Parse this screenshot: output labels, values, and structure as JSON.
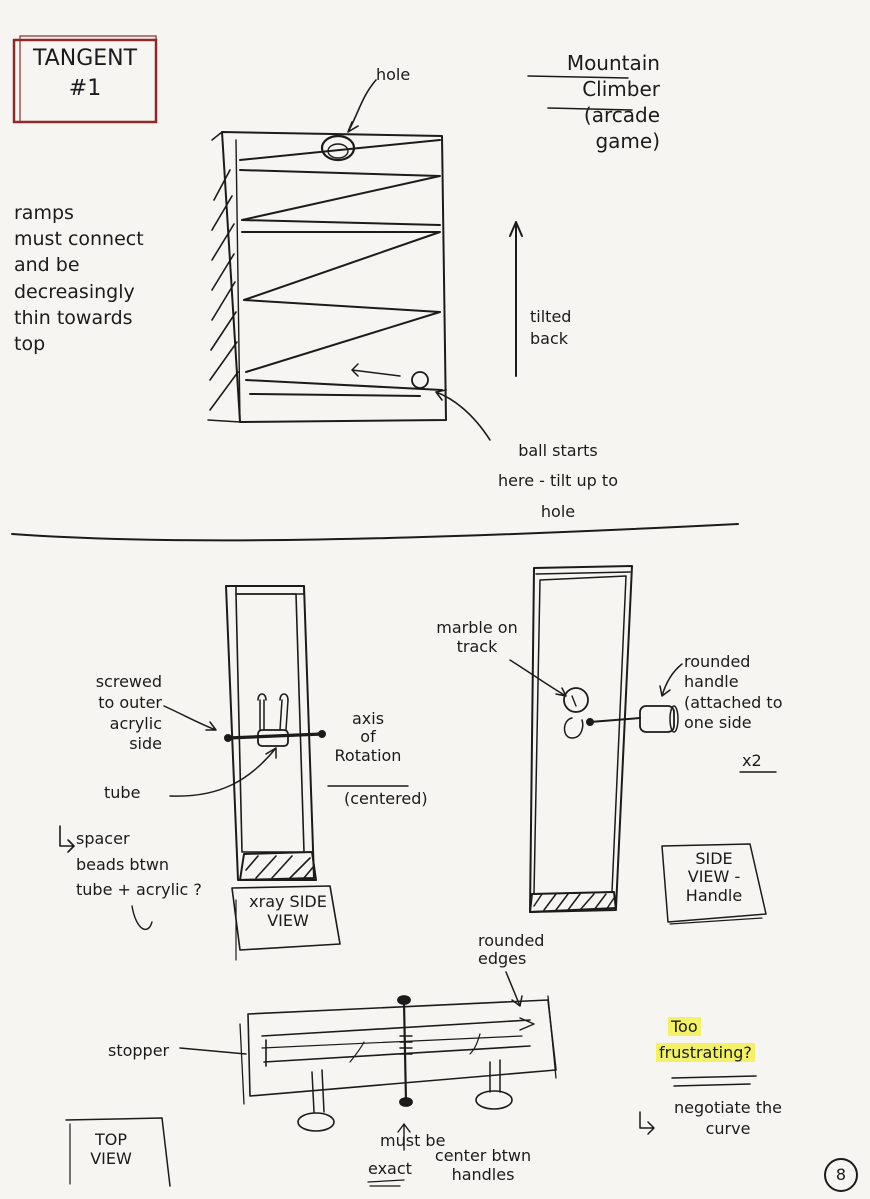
{
  "page": {
    "title": "TANGENT\n#1",
    "page_number": "8"
  },
  "top_sketch": {
    "name": "Mountain\nClimber\n(arcade\ngame)",
    "hole_label": "hole",
    "ramps_note": "ramps\nmust connect\nand be\ndecreasingly\nthin towards\ntop",
    "tilted_label": "tilted\nback",
    "ball_note": "ball starts\nhere - tilt up to\nhole"
  },
  "xray_view": {
    "screwed_label": "screwed\nto outer\nacrylic\nside",
    "tube_label": "tube",
    "axis_label": "axis\nof\nRotation",
    "centered_label": "(centered)",
    "spacer_note": "spacer\nbeads btwn\ntube + acrylic ?",
    "view_caption": "xray SIDE\nVIEW"
  },
  "side_view": {
    "marble_label": "marble on\ntrack",
    "handle_label": "rounded\nhandle\n(attached to\none side",
    "handle_count": "x2",
    "view_caption": "SIDE\nVIEW -\nHandle"
  },
  "top_view": {
    "rounded_edges_label": "rounded\nedges",
    "stopper_label": "stopper",
    "center_note_1": "must be",
    "center_note_2": "exact",
    "center_note_3": "center btwn\nhandles",
    "view_caption": "TOP\nVIEW"
  },
  "notes": {
    "too_frustrating_1": "Too",
    "too_frustrating_2": "frustrating?",
    "negotiate": "negotiate the\ncurve"
  },
  "colors": {
    "ink": "#1b1b1b",
    "title_box": "#8a2a2a",
    "highlight": "#f3f06a",
    "paper": "#f6f5f1"
  }
}
